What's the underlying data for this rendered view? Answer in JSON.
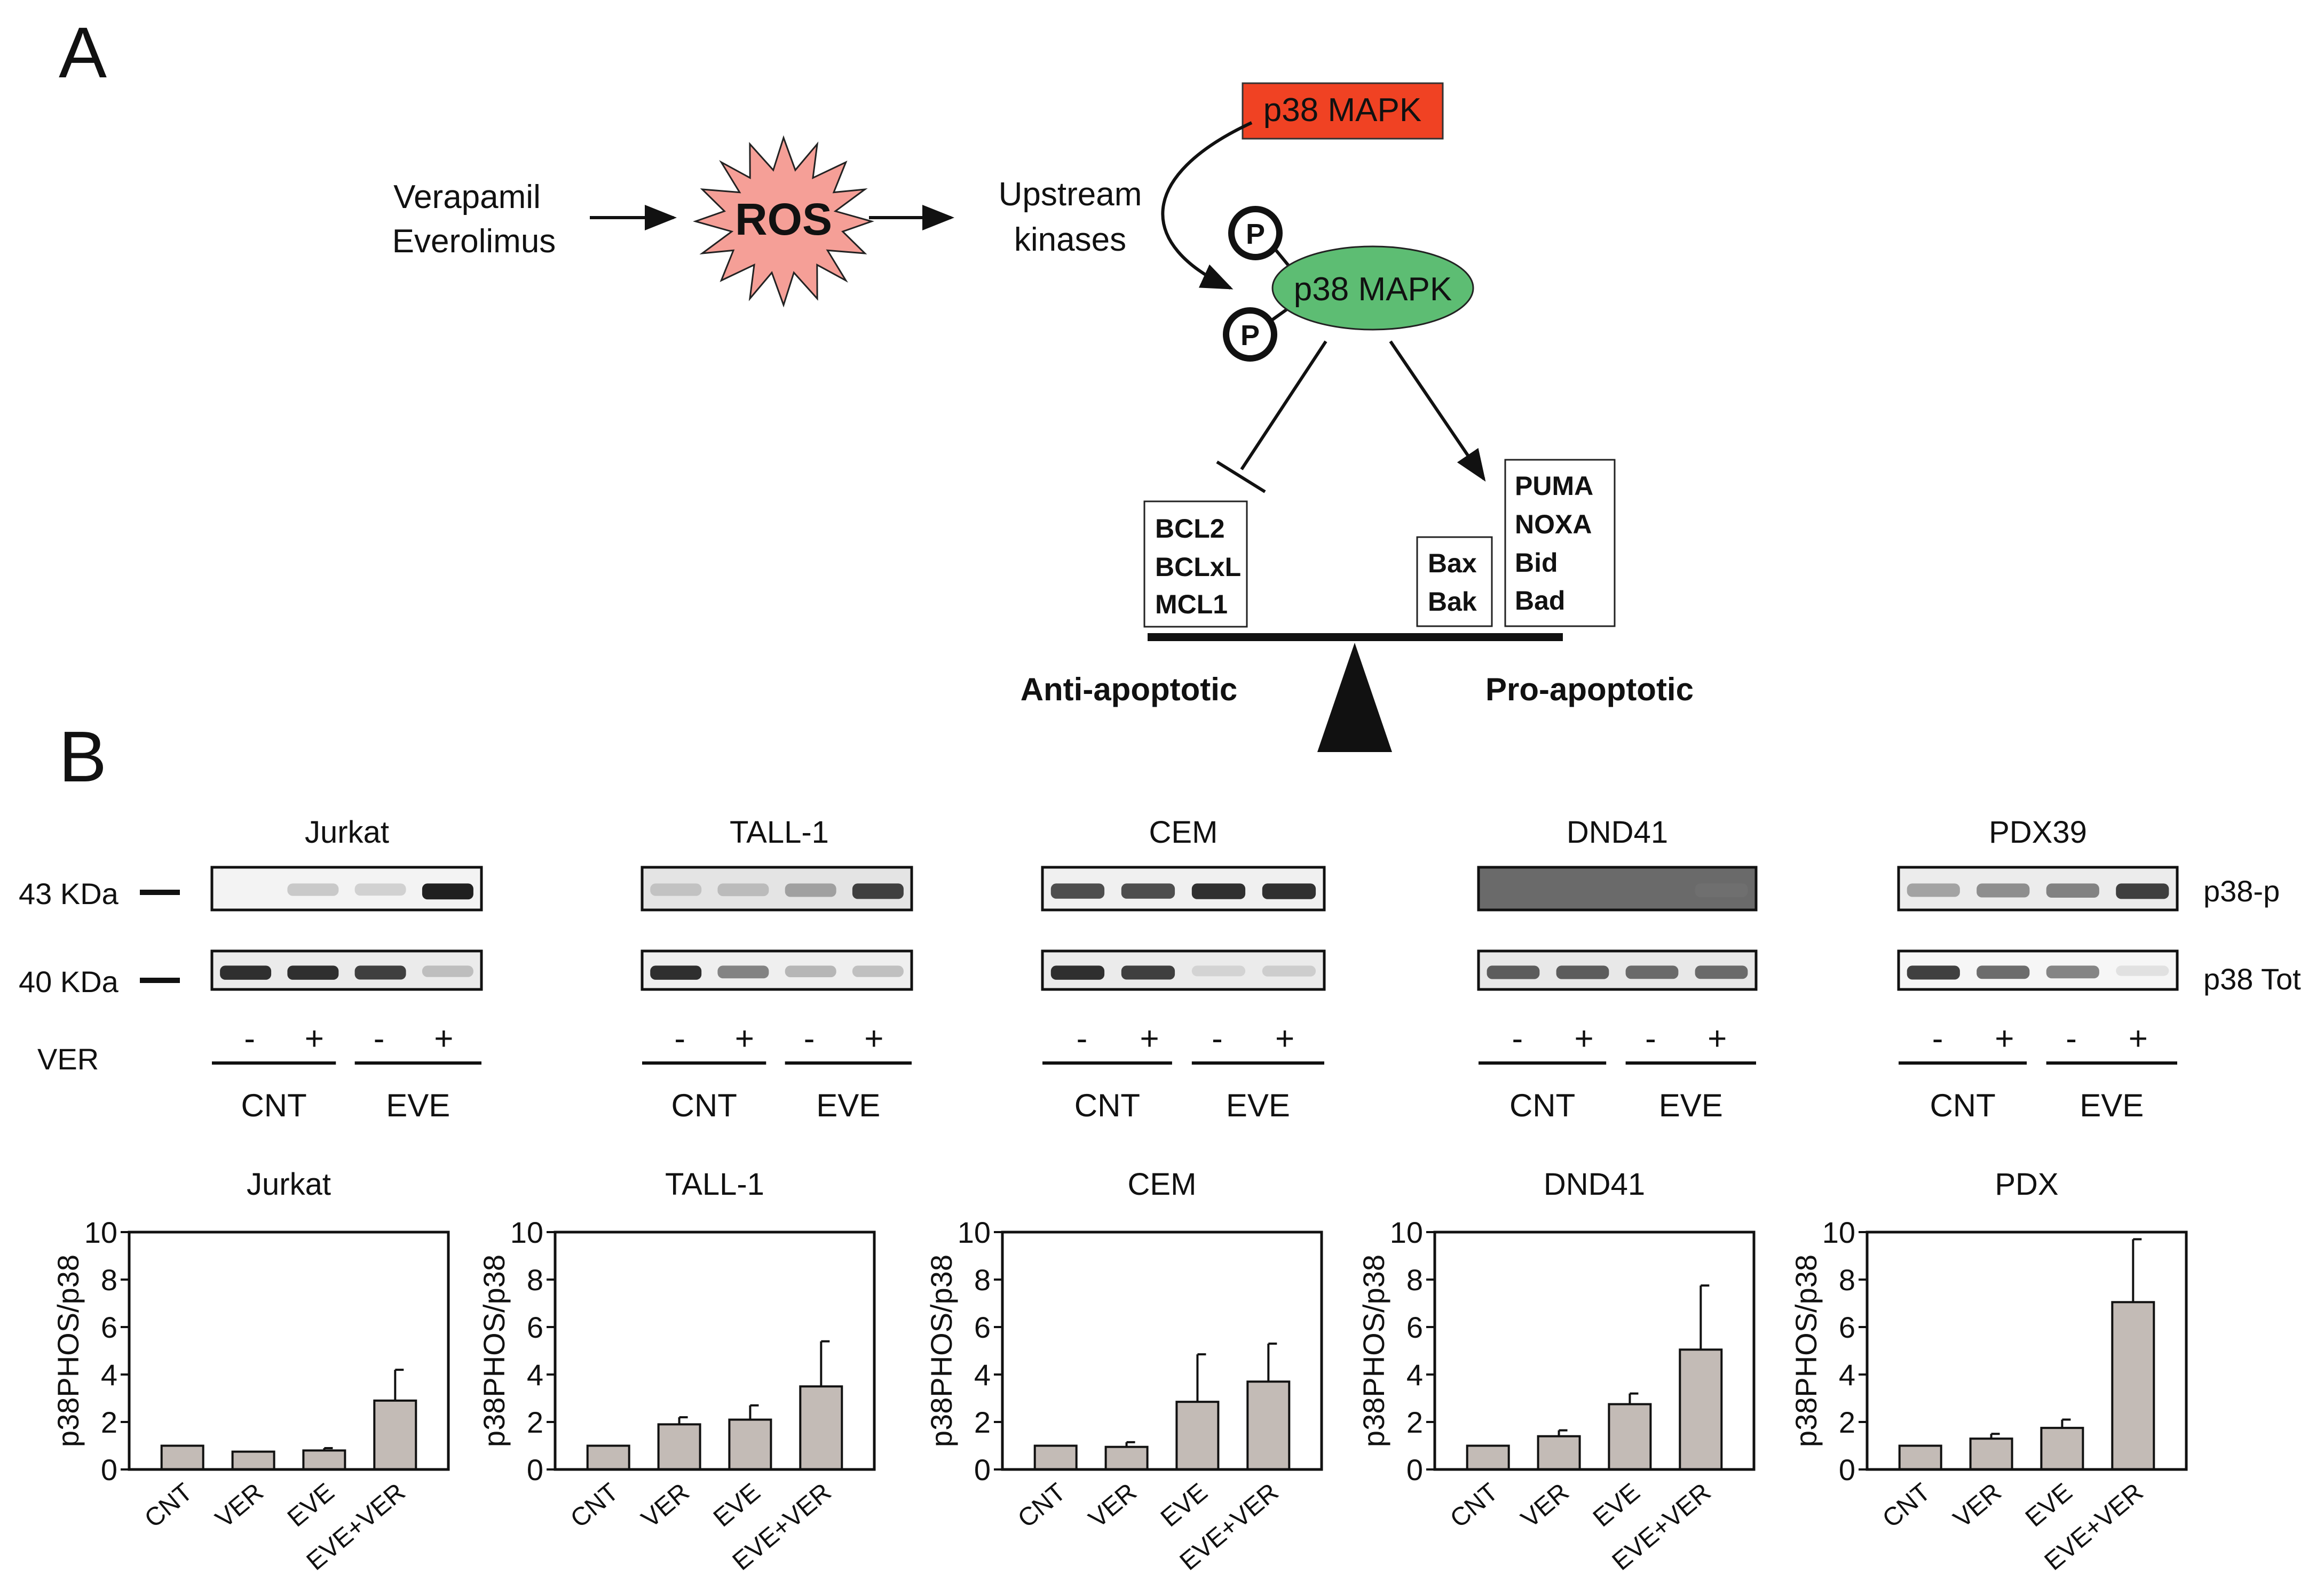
{
  "panel_a": {
    "label": "A",
    "drug_1": "Verapamil",
    "drug_2": "Everolimus",
    "ros": "ROS",
    "upstream_1": "Upstream",
    "upstream_2": "kinases",
    "p38_box": "p38 MAPK",
    "p38_oval": "p38 MAPK",
    "phospho": "P",
    "anti_box": [
      "BCL2",
      "BCLxL",
      "MCL1"
    ],
    "bax_box": [
      "Bax",
      "Bak"
    ],
    "pro_box": [
      "PUMA",
      "NOXA",
      "Bid",
      "Bad"
    ],
    "anti_label": "Anti-apoptotic",
    "pro_label": "Pro-apoptotic",
    "colors": {
      "p38_box": "#f04223",
      "p38_oval": "#5dbd73",
      "ros": "#f59f97"
    }
  },
  "panel_b": {
    "label": "B",
    "mw_43": "43 KDa",
    "mw_40": "40 KDa",
    "ver_label": "VER",
    "minus": "-",
    "plus": "+",
    "cnt": "CNT",
    "eve": "EVE",
    "row_p": "p38-p",
    "row_tot": "p38 Tot",
    "blots": [
      {
        "name": "Jurkat",
        "top_band_intensity": [
          0.0,
          0.25,
          0.2,
          0.95
        ],
        "bottom_band_intensity": [
          0.9,
          0.9,
          0.85,
          0.3
        ]
      },
      {
        "name": "TALL-1",
        "top_band_intensity": [
          0.25,
          0.3,
          0.45,
          0.85
        ],
        "bottom_band_intensity": [
          0.9,
          0.6,
          0.35,
          0.3
        ]
      },
      {
        "name": "CEM",
        "top_band_intensity": [
          0.8,
          0.8,
          0.9,
          0.9
        ],
        "bottom_band_intensity": [
          0.9,
          0.85,
          0.15,
          0.2
        ]
      },
      {
        "name": "DND41",
        "top_band_intensity": [
          0.0,
          0.0,
          0.0,
          0.5
        ],
        "bottom_band_intensity": [
          0.75,
          0.75,
          0.7,
          0.7
        ]
      },
      {
        "name": "PDX39",
        "top_band_intensity": [
          0.45,
          0.55,
          0.6,
          0.85
        ],
        "bottom_band_intensity": [
          0.85,
          0.7,
          0.6,
          0.08
        ]
      }
    ]
  },
  "chart_data": [
    {
      "type": "bar",
      "title": "Jurkat",
      "ylabel": "p38PHOS/p38",
      "categories": [
        "CNT",
        "VER",
        "EVE",
        "EVE+VER"
      ],
      "values": [
        1.0,
        0.75,
        0.8,
        2.9
      ],
      "errors": [
        0,
        0,
        0.1,
        1.3
      ],
      "ylim": [
        0,
        10
      ],
      "yticks": [
        "0",
        "2",
        "4",
        "6",
        "8",
        "10"
      ]
    },
    {
      "type": "bar",
      "title": "TALL-1",
      "ylabel": "p38PHOS/p38",
      "categories": [
        "CNT",
        "VER",
        "EVE",
        "EVE+VER"
      ],
      "values": [
        1.0,
        1.9,
        2.1,
        3.5
      ],
      "errors": [
        0,
        0.3,
        0.6,
        1.9
      ],
      "ylim": [
        0,
        10
      ],
      "yticks": [
        "0",
        "2",
        "4",
        "6",
        "8",
        "10"
      ]
    },
    {
      "type": "bar",
      "title": "CEM",
      "ylabel": "p38PHOS/p38",
      "categories": [
        "CNT",
        "VER",
        "EVE",
        "EVE+VER"
      ],
      "values": [
        1.0,
        0.95,
        2.85,
        3.7
      ],
      "errors": [
        0,
        0.2,
        2.0,
        1.6
      ],
      "ylim": [
        0,
        10
      ],
      "yticks": [
        "0",
        "2",
        "4",
        "6",
        "8",
        "10"
      ]
    },
    {
      "type": "bar",
      "title": "DND41",
      "ylabel": "p38PHOS/p38",
      "categories": [
        "CNT",
        "VER",
        "EVE",
        "EVE+VER"
      ],
      "values": [
        1.0,
        1.4,
        2.75,
        5.05
      ],
      "errors": [
        0,
        0.25,
        0.45,
        2.7
      ],
      "ylim": [
        0,
        10
      ],
      "yticks": [
        "0",
        "2",
        "4",
        "6",
        "8",
        "10"
      ]
    },
    {
      "type": "bar",
      "title": "PDX",
      "ylabel": "p38PHOS/p38",
      "categories": [
        "CNT",
        "VER",
        "EVE",
        "EVE+VER"
      ],
      "values": [
        1.0,
        1.3,
        1.75,
        7.05
      ],
      "errors": [
        0,
        0.2,
        0.35,
        2.65
      ],
      "ylim": [
        0,
        10
      ],
      "yticks": [
        "0",
        "2",
        "4",
        "6",
        "8",
        "10"
      ]
    }
  ]
}
